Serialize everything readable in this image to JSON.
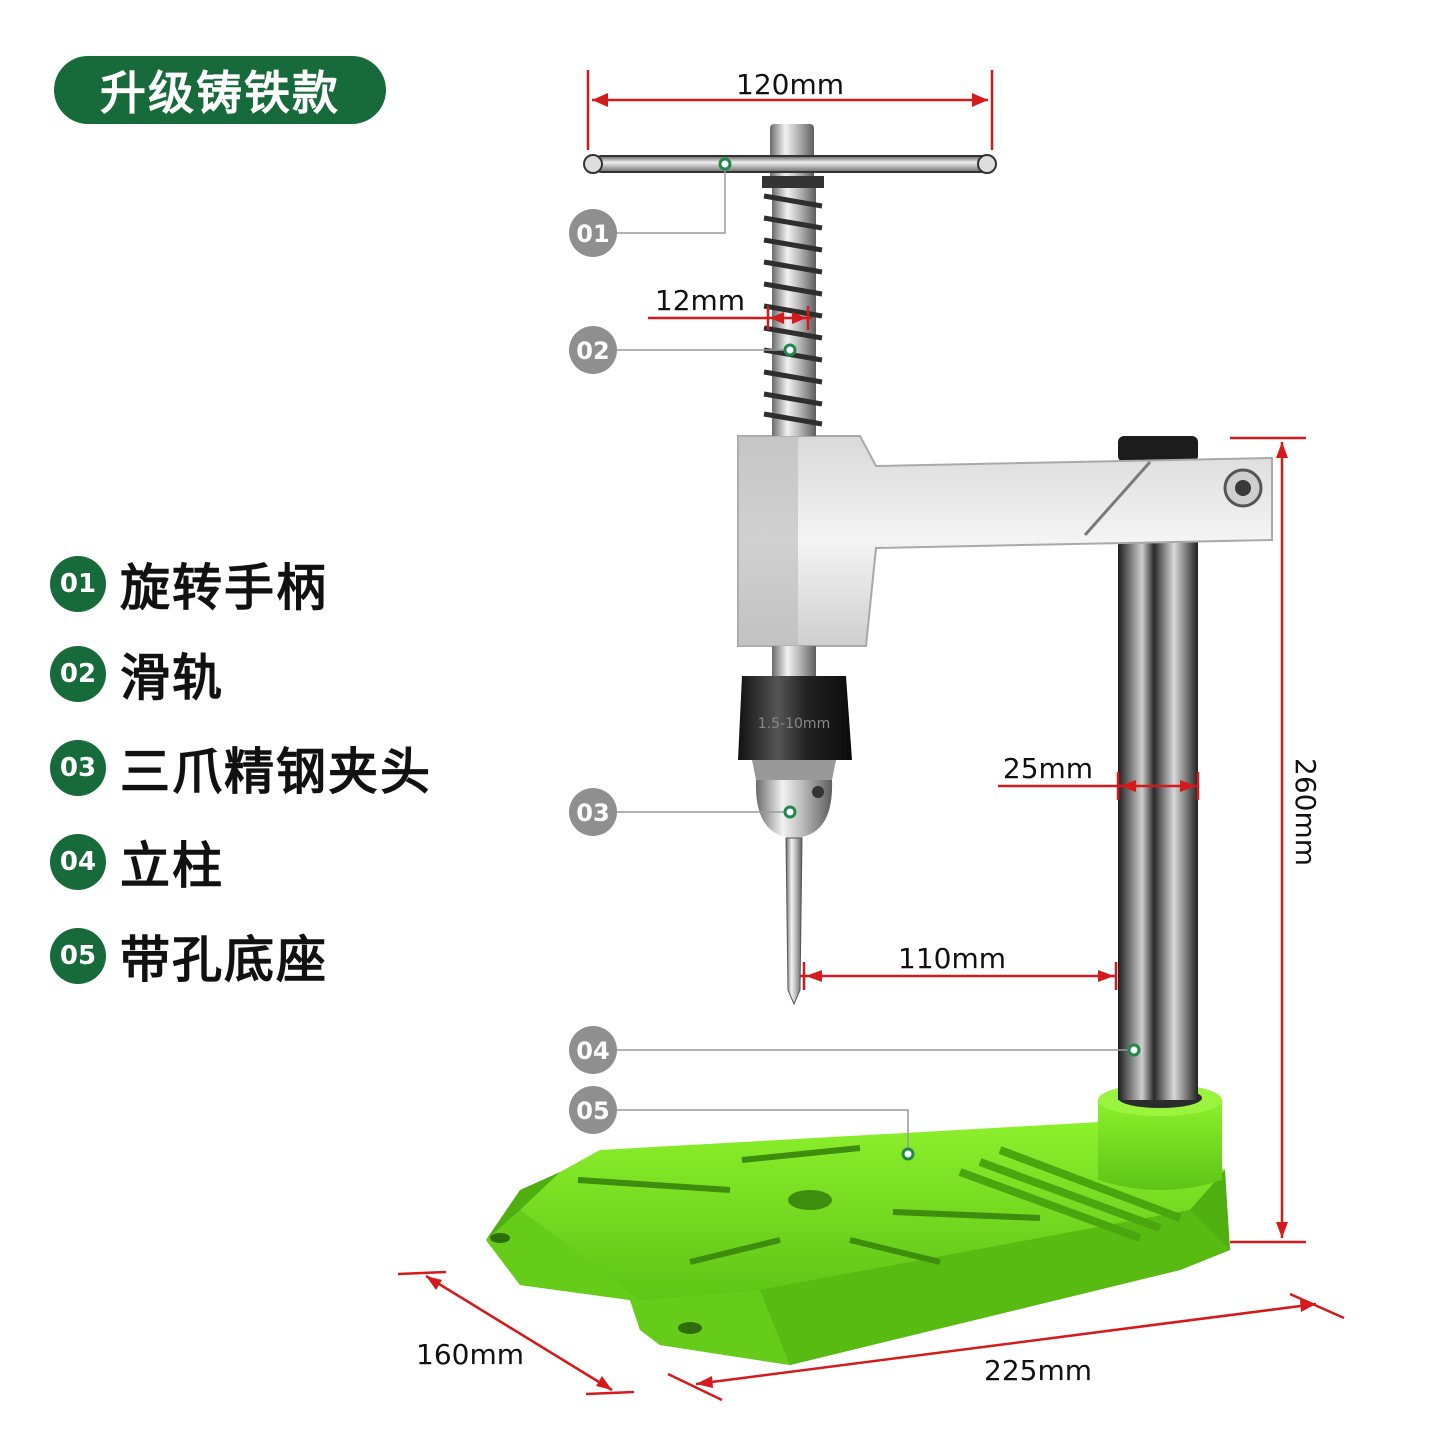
{
  "title": "升级铸铁款",
  "legend": [
    {
      "num": "01",
      "label": "旋转手柄"
    },
    {
      "num": "02",
      "label": "滑轨"
    },
    {
      "num": "03",
      "label": "三爪精钢夹头"
    },
    {
      "num": "04",
      "label": "立柱"
    },
    {
      "num": "05",
      "label": "带孔底座"
    }
  ],
  "callouts": [
    "01",
    "02",
    "03",
    "04",
    "05"
  ],
  "dimensions": {
    "handle_width": "120mm",
    "screw_diameter": "12mm",
    "column_diameter": "25mm",
    "height": "260mm",
    "throat_depth": "110mm",
    "base_depth": "160mm",
    "base_width": "225mm"
  },
  "chuck_marking": "1.5-10mm",
  "colors": {
    "brand_green": "#176b3a",
    "base_green": "#7fe320",
    "dimension_red": "#d41a1a",
    "callout_grey": "#8f8f8f"
  }
}
